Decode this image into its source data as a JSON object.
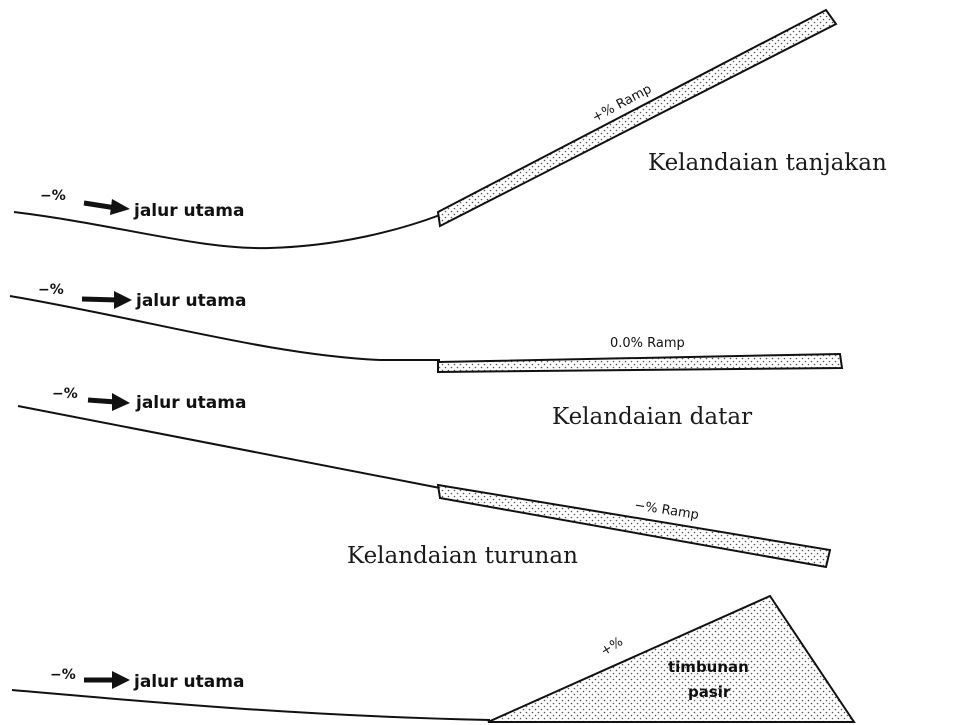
{
  "panels": [
    {
      "id": "tanjakan",
      "direction_label": "−%",
      "lane_label": "jalur utama",
      "ramp_label": "+% Ramp",
      "caption": "Kelandaian tanjakan"
    },
    {
      "id": "datar",
      "direction_label": "−%",
      "lane_label": "jalur utama",
      "ramp_label": "0.0% Ramp",
      "caption": "Kelandaian datar"
    },
    {
      "id": "turunan",
      "direction_label": "−%",
      "lane_label": "jalur utama",
      "ramp_label": "−% Ramp",
      "caption": "Kelandaian turunan"
    },
    {
      "id": "timbunan",
      "direction_label": "−%",
      "lane_label": "jalur utama",
      "ramp_label": "+%",
      "mound_label_line1": "timbunan",
      "mound_label_line2": "pasir",
      "caption": ""
    }
  ],
  "colors": {
    "line": "#111111",
    "fill_pattern": "#555555",
    "background": "#ffffff"
  }
}
